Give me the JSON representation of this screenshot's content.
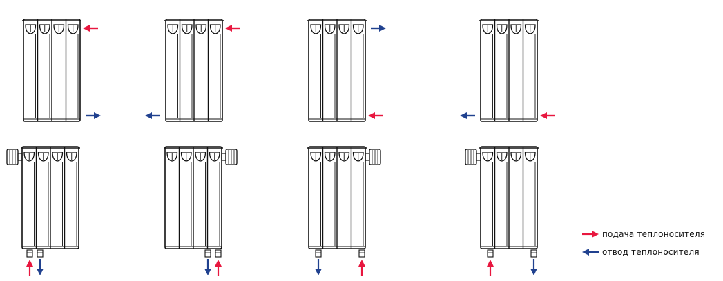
{
  "colors": {
    "supply": "#e8173f",
    "return": "#20418f",
    "outline": "#111111",
    "background": "#ffffff"
  },
  "legend": {
    "supply_label": "подача теплоносителя",
    "return_label": "отвод теплоносителя",
    "supply_icon": "right-arrow-icon",
    "return_icon": "left-arrow-icon"
  },
  "diagrams": [
    {
      "row": "top",
      "sections": 4,
      "thermostat": "none",
      "supply": "top-right",
      "return": "bottom-right",
      "supply_dir": "in",
      "return_dir": "out"
    },
    {
      "row": "top",
      "sections": 4,
      "thermostat": "none",
      "supply": "top-right",
      "return": "bottom-left",
      "supply_dir": "in",
      "return_dir": "out"
    },
    {
      "row": "top",
      "sections": 4,
      "thermostat": "none",
      "supply": "bottom-right",
      "return": "top-right",
      "supply_dir": "in",
      "return_dir": "out"
    },
    {
      "row": "top",
      "sections": 4,
      "thermostat": "none",
      "supply": "bottom-right",
      "return": "bottom-left",
      "supply_dir": "in",
      "return_dir": "out"
    },
    {
      "row": "bottom",
      "sections": 4,
      "thermostat": "left",
      "supply": "bottom-left",
      "return": "bottom-left",
      "supply_dir": "up",
      "return_dir": "down"
    },
    {
      "row": "bottom",
      "sections": 4,
      "thermostat": "right",
      "supply": "bottom-right",
      "return": "bottom-right",
      "supply_dir": "up",
      "return_dir": "down"
    },
    {
      "row": "bottom",
      "sections": 4,
      "thermostat": "right",
      "supply": "bottom-right",
      "return": "bottom-left",
      "supply_dir": "up",
      "return_dir": "down"
    },
    {
      "row": "bottom",
      "sections": 4,
      "thermostat": "left",
      "supply": "bottom-left",
      "return": "bottom-right",
      "supply_dir": "up",
      "return_dir": "down"
    }
  ]
}
